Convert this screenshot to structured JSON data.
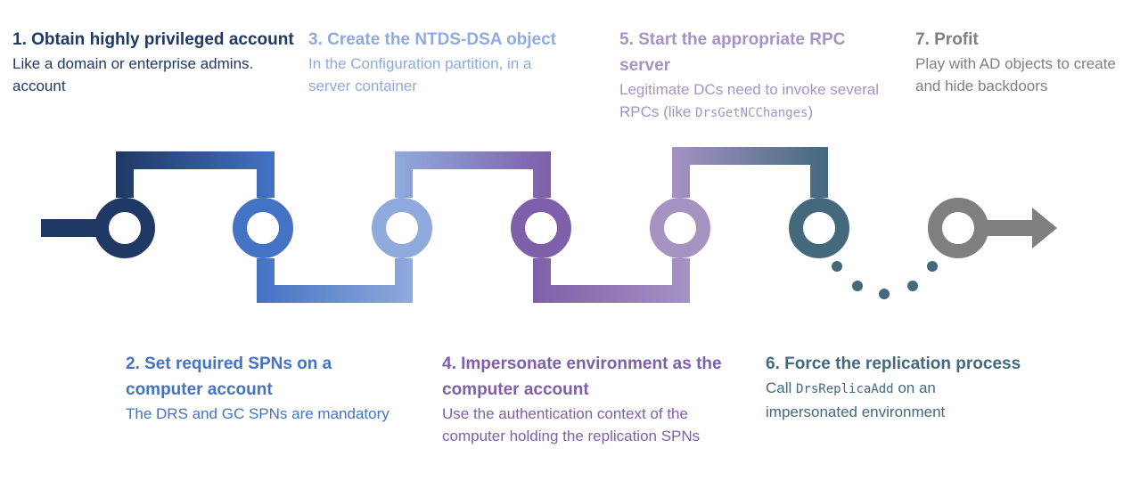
{
  "colors": {
    "step1": "#1f3864",
    "step2": "#4472c4",
    "step3": "#8faadc",
    "step4": "#7e5fa9",
    "step5": "#a593c3",
    "step6": "#44697d",
    "step7": "#7f7f7f"
  },
  "steps": [
    {
      "title": "1. Obtain highly privileged account",
      "desc": "Like a domain or enterprise admins. account"
    },
    {
      "title": "2. Set required SPNs on a computer account",
      "desc": "The DRS and GC SPNs are mandatory"
    },
    {
      "title": "3. Create the NTDS-DSA object",
      "desc": "In the Configuration partition, in a server container"
    },
    {
      "title": "4. Impersonate environment as the computer account",
      "desc": "Use the authentication context of the computer holding the replication SPNs"
    },
    {
      "title": "5. Start the appropriate RPC server",
      "desc_prefix": "Legitimate DCs need to invoke several RPCs (like ",
      "desc_code": "DrsGetNCChanges",
      "desc_suffix": ")"
    },
    {
      "title": "6. Force the replication process",
      "desc_prefix": "Call ",
      "desc_code": "DrsReplicaAdd",
      "desc_suffix": " on an impersonated environment"
    },
    {
      "title": "7. Profit",
      "desc": "Play with AD objects to create and hide backdoors"
    }
  ]
}
